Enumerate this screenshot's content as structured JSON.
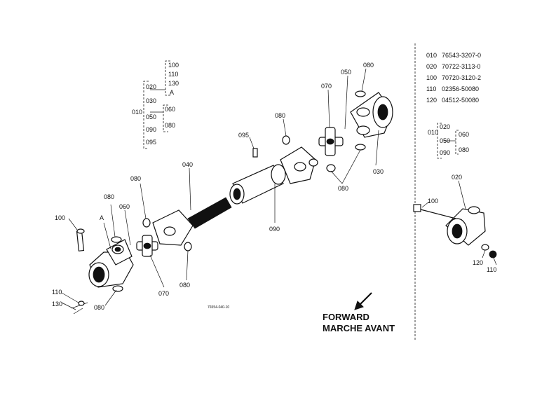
{
  "callouts": {
    "c100": "100",
    "cA": "A",
    "c060": "060",
    "c080a": "080",
    "c080b": "080",
    "c110": "110",
    "c130": "130",
    "c080c": "080",
    "c070a": "070",
    "c080d": "080",
    "c040": "040",
    "c090": "090",
    "c095": "095",
    "c080e": "080",
    "c070b": "070",
    "c050": "050",
    "c080f": "080",
    "c030": "030",
    "c080g": "080",
    "c020r": "020",
    "c100r": "100",
    "c120r": "120",
    "c110r": "110"
  },
  "tree_left": {
    "t100": "100",
    "t110": "110",
    "t130": "130",
    "tA": "A",
    "t020": "020",
    "t030": "030",
    "t010": "010",
    "t050": "050",
    "t060": "060",
    "t080": "080",
    "t090": "090",
    "t095": "095"
  },
  "tree_right": {
    "t010": "010",
    "t020": "020",
    "t050": "050",
    "t060": "060",
    "t080": "080",
    "t090": "090"
  },
  "parts_list": [
    {
      "ref": "010",
      "code": "76543-3207-0"
    },
    {
      "ref": "020",
      "code": "70722-3113-0"
    },
    {
      "ref": "100",
      "code": "70720-3120-2"
    },
    {
      "ref": "110",
      "code": "02356-50080"
    },
    {
      "ref": "120",
      "code": "04512-50080"
    }
  ],
  "drawing_number": "76554-040-10",
  "forward_label_en": "FORWARD",
  "forward_label_fr": "MARCHE AVANT"
}
